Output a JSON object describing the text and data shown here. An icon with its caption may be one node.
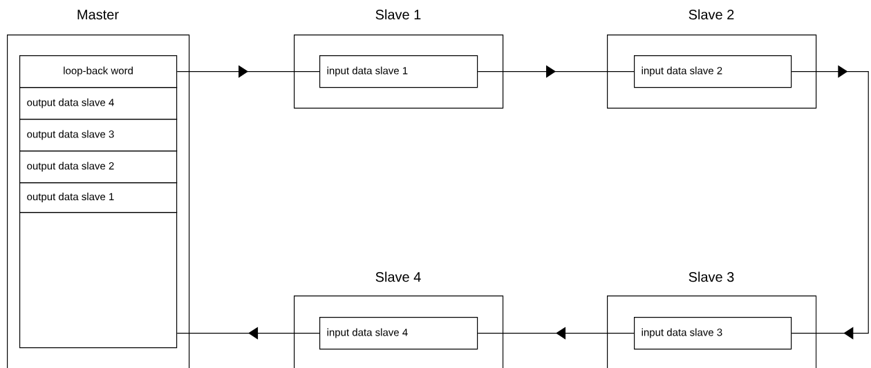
{
  "diagram": {
    "nodes": [
      {
        "text": [
          "Master"
        ]
      },
      {
        "text": [
          "loop-back word"
        ],
        "in": 0
      },
      {
        "text": [
          "output data slave 4"
        ],
        "in": 0
      },
      {
        "text": [
          "output data slave 3"
        ],
        "in": 0
      },
      {
        "text": [
          "output data slave 2"
        ],
        "in": 0
      },
      {
        "text": [
          "output data slave 1"
        ],
        "in": 0
      },
      {
        "text": [],
        "shape": "box",
        "in": 0
      },
      {
        "text": [
          "Slave 1"
        ]
      },
      {
        "text": [
          "input data slave 1"
        ],
        "in": 7
      },
      {
        "text": [
          "Slave 2"
        ]
      },
      {
        "text": [
          "input data slave 2"
        ],
        "in": 9
      },
      {
        "text": [
          "Slave 4"
        ]
      },
      {
        "text": [
          "input data slave 4"
        ],
        "in": 11
      },
      {
        "text": [
          "Slave 3"
        ]
      },
      {
        "text": [
          "input data slave 3"
        ],
        "in": 13
      }
    ],
    "edges": [
      {
        "from": 1,
        "to": 8,
        "arrow": "to"
      },
      {
        "from": 8,
        "to": 10,
        "arrow": "to"
      },
      {
        "from": 10,
        "to": 14,
        "arrow": "to"
      },
      {
        "from": 14,
        "to": 12,
        "arrow": "to"
      },
      {
        "from": 12,
        "to": 6,
        "arrow": "to"
      }
    ]
  }
}
